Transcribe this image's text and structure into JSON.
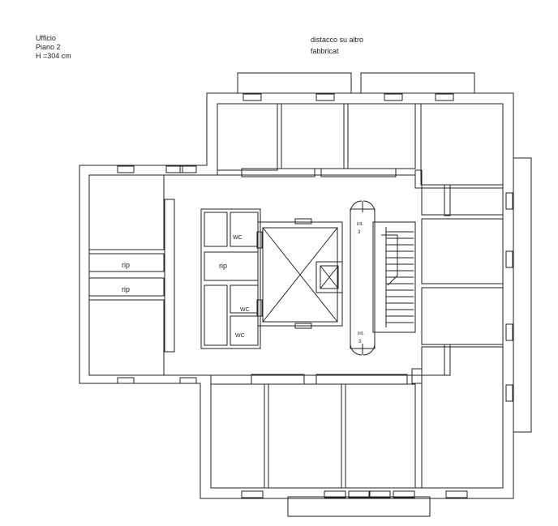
{
  "header": {
    "line1": "Ufficio",
    "line2": "Piano 2",
    "line3": "H =304 cm"
  },
  "note": {
    "line1": "distacco su altro",
    "line2": "fabbricat"
  },
  "rooms": {
    "rip1": "rip",
    "rip2": "rip",
    "rip3": "rip",
    "wc1": "WC",
    "wc2": "WC",
    "wc3": "WC"
  },
  "stairs": {
    "top_label_1": "int.",
    "top_label_2": "3",
    "bottom_label_1": "int.",
    "bottom_label_2": "3"
  },
  "colors": {
    "line": "#222222",
    "background": "#ffffff"
  }
}
